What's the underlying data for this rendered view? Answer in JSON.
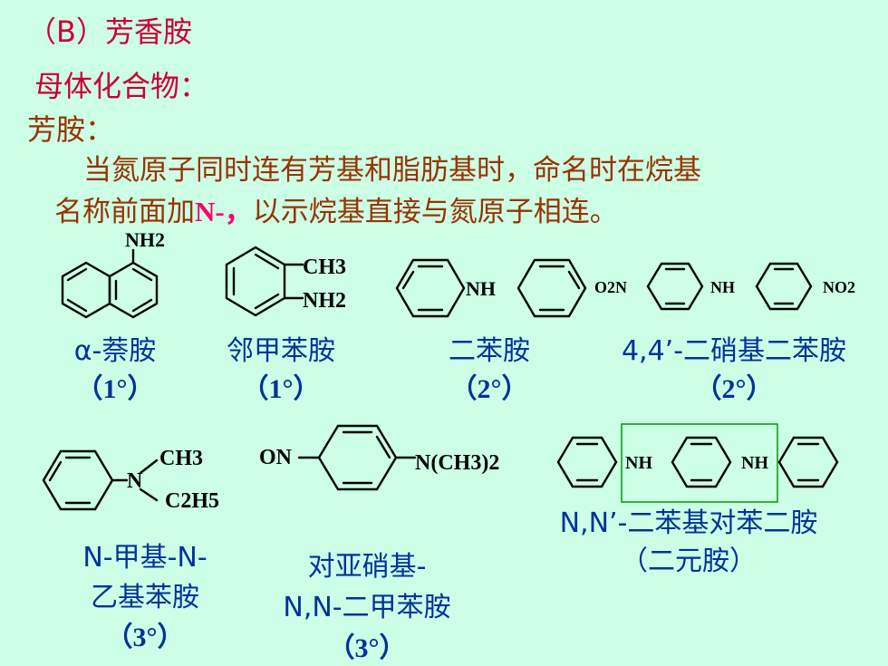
{
  "heading": {
    "section": "（B）芳香胺",
    "subtitle": "母体化合物：",
    "label": "芳胺："
  },
  "paragraph": {
    "line1": "当氮原子同时连有芳基和脂肪基时，命名时在烷基",
    "line2_prefix": "名称前面加",
    "line2_highlight": "N-，",
    "line2_suffix": "以示烷基直接与氮原子相连。"
  },
  "compounds": [
    {
      "id": "naphthylamine",
      "name": "α-萘胺",
      "class": "（1°）",
      "groups": [
        "NH2"
      ]
    },
    {
      "id": "o-toluidine",
      "name": "邻甲苯胺",
      "class": "（1°）",
      "groups": [
        "CH3",
        "NH2"
      ]
    },
    {
      "id": "diphenylamine",
      "name": "二苯胺",
      "class": "（2°）",
      "groups": [
        "NH"
      ]
    },
    {
      "id": "dinitrodiphenylamine",
      "name": "4,4’-二硝基二苯胺",
      "class": "（2°）",
      "groups": [
        "O2N",
        "NH",
        "NO2"
      ]
    },
    {
      "id": "n-methyl-n-ethylaniline",
      "name_line1": "N-甲基-N-",
      "name_line2": "乙基苯胺",
      "class": "（3°）",
      "groups": [
        "CH3",
        "N",
        "C2H5"
      ]
    },
    {
      "id": "nitroso-dimethylaniline",
      "name_line1": "对亚硝基-",
      "name_line2": "N,N-二甲苯胺",
      "class": "（3°）",
      "groups": [
        "ON",
        "N(CH3)2"
      ]
    },
    {
      "id": "diphenyl-p-phenylenediamine",
      "name": "N,N’-二苯基对苯二胺",
      "class": "（二元胺）",
      "groups": [
        "NH",
        "NH"
      ]
    }
  ],
  "colors": {
    "background": "#ccffe6",
    "heading": "#cc0033",
    "body": "#993300",
    "name": "#003399",
    "highlight": "#ff0066",
    "box": "#009900"
  }
}
